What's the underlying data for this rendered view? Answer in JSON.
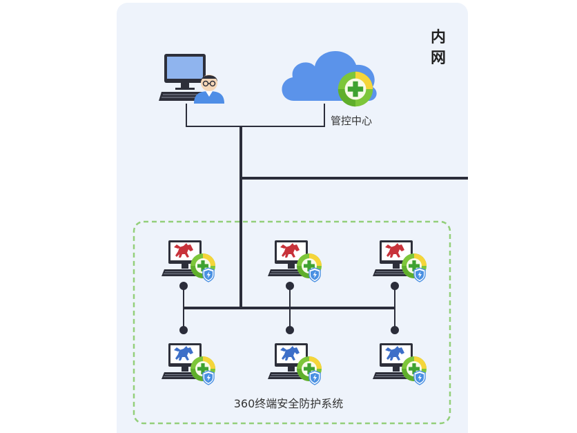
{
  "network_zone": {
    "label": "内网"
  },
  "management_center": {
    "label": "管控中心"
  },
  "endpoint_group": {
    "label": "360终端安全防护系统"
  },
  "colors": {
    "panel_bg": "#eef3fb",
    "line": "#2b2d3a",
    "group_border": "#93cf7a",
    "cloud": "#5b93ea",
    "badge_green": "#7dc63a",
    "badge_yellow": "#f5d53a",
    "monitor_screen": "#8fb4ee",
    "shield": "#4a90e2"
  },
  "icons": [
    "computer-icon",
    "admin-user-icon",
    "cloud-icon",
    "360-plus-badge-icon",
    "shield-lightning-icon",
    "trojan-horse-icon"
  ],
  "endpoints": [
    {
      "row": "top",
      "threat": "trojan-horse",
      "threat_color": "#c8323a"
    },
    {
      "row": "top",
      "threat": "trojan-horse",
      "threat_color": "#c8323a"
    },
    {
      "row": "top",
      "threat": "trojan-horse",
      "threat_color": "#c8323a"
    },
    {
      "row": "bottom",
      "threat": "trojan-horse",
      "threat_color": "#3d6fc8"
    },
    {
      "row": "bottom",
      "threat": "trojan-horse",
      "threat_color": "#3d6fc8"
    },
    {
      "row": "bottom",
      "threat": "trojan-horse",
      "threat_color": "#3d6fc8"
    }
  ]
}
